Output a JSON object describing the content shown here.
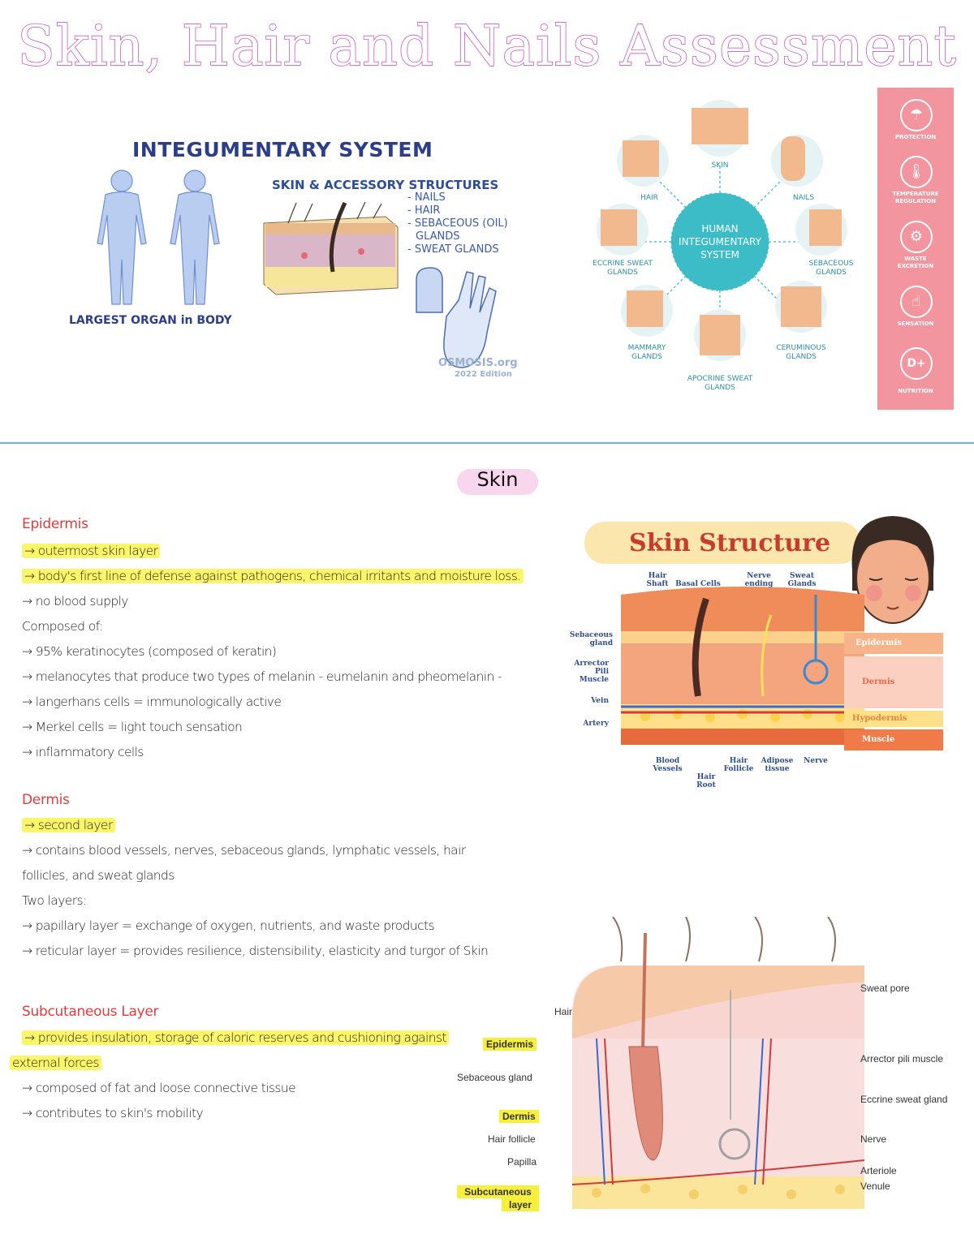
{
  "title": "Skin, Hair and Nails Assessment",
  "integumentary_card": {
    "title": "INTEGUMENTARY SYSTEM",
    "subtitle": "SKIN & ACCESSORY STRUCTURES",
    "items": [
      "- NAILS",
      "- HAIR",
      "- SEBACEOUS (OIL)",
      "GLANDS",
      "- SWEAT GLANDS"
    ],
    "caption": "LARGEST ORGAN in BODY",
    "watermark": "OSMOSIS.org",
    "watermark2": "2022 Edition"
  },
  "human_system": {
    "center": [
      "HUMAN",
      "INTEGUMENTARY",
      "SYSTEM"
    ],
    "labels": {
      "skin": "SKIN",
      "hair": "HAIR",
      "nails": "NAILS",
      "eccrine": [
        "ECCRINE SWEAT",
        "GLANDS"
      ],
      "sebaceous": [
        "SEBACEOUS",
        "GLANDS"
      ],
      "mammary": [
        "MAMMARY",
        "GLANDS"
      ],
      "ceruminous": [
        "CERUMINOUS",
        "GLANDS"
      ],
      "apocrine": [
        "APOCRINE SWEAT",
        "GLANDS"
      ]
    },
    "functions": [
      {
        "icon": "umbrella-icon",
        "glyph": "☂",
        "label": "PROTECTION"
      },
      {
        "icon": "thermometer-icon",
        "glyph": "🌡",
        "label": "TEMPERATURE REGULATION"
      },
      {
        "icon": "excretion-icon",
        "glyph": "⚙",
        "label": "WASTE EXCRETION"
      },
      {
        "icon": "touch-icon",
        "glyph": "☝",
        "label": "SENSATION"
      },
      {
        "icon": "vitamin-icon",
        "glyph": "D+",
        "label": "NUTRITION"
      }
    ]
  },
  "skin_section": {
    "heading": "Skin",
    "epidermis": {
      "title": "Epidermis",
      "lines": [
        "→ outermost skin layer",
        "→ body's first line of defense against pathogens, chemical irritants and moisture loss.",
        "→ no blood supply",
        "Composed of:",
        "→ 95% keratinocytes (composed of keratin)",
        "→ melanocytes that produce two types of melanin - eumelanin and pheomelanin -",
        "→ langerhans cells = immunologically active",
        "→ Merkel cells = light touch sensation",
        "→ inflammatory cells"
      ]
    },
    "dermis": {
      "title": "Dermis",
      "lines": [
        "→ second layer",
        "→ contains blood vessels, nerves, sebaceous glands, lymphatic vessels, hair",
        "follicles, and sweat glands",
        "Two layers:",
        "→ papillary layer = exchange of oxygen, nutrients, and waste products",
        "→ reticular layer = provides resilience, distensibility, elasticity and turgor of Skin"
      ]
    },
    "subcutaneous": {
      "title": "Subcutaneous Layer",
      "lines": [
        "→ provides insulation, storage of caloric reserves and cushioning against",
        "external forces",
        "→ composed of fat and loose connective tissue",
        "→ contributes to skin's mobility"
      ]
    }
  },
  "skin_structure": {
    "title": "Skin Structure",
    "labels": {
      "hair_shaft": [
        "Hair",
        "Shaft"
      ],
      "basal": "Basal Cells",
      "nerve_ending": [
        "Nerve",
        "ending"
      ],
      "sweat_glands": [
        "Sweat",
        "Glands"
      ],
      "sebaceous": [
        "Sebaceous",
        "gland"
      ],
      "arrector": [
        "Arrector Pili",
        "Muscle"
      ],
      "vein": "Vein",
      "artery": "Artery",
      "blood_vessels": [
        "Blood",
        "Vessels"
      ],
      "hair_root": [
        "Hair",
        "Root"
      ],
      "hair_follicle": [
        "Hair",
        "Follicle"
      ],
      "adipose": [
        "Adipose",
        "tissue"
      ],
      "nerve": "Nerve"
    },
    "layers": [
      "Epidermis",
      "Dermis",
      "Hypodermis",
      "Muscle"
    ]
  },
  "diagram2": {
    "left": {
      "hair": "Hair",
      "epidermis": "Epidermis",
      "sebaceous": "Sebaceous gland",
      "dermis": "Dermis",
      "follicle": "Hair follicle",
      "papilla": "Papilla",
      "subcutaneous": [
        "Subcutaneous",
        "layer"
      ]
    },
    "right": {
      "sweat_pore": "Sweat pore",
      "arrector": "Arrector pili muscle",
      "eccrine": "Eccrine sweat gland",
      "nerve": "Nerve",
      "arteriole": "Arteriole",
      "venule": "Venule"
    }
  }
}
